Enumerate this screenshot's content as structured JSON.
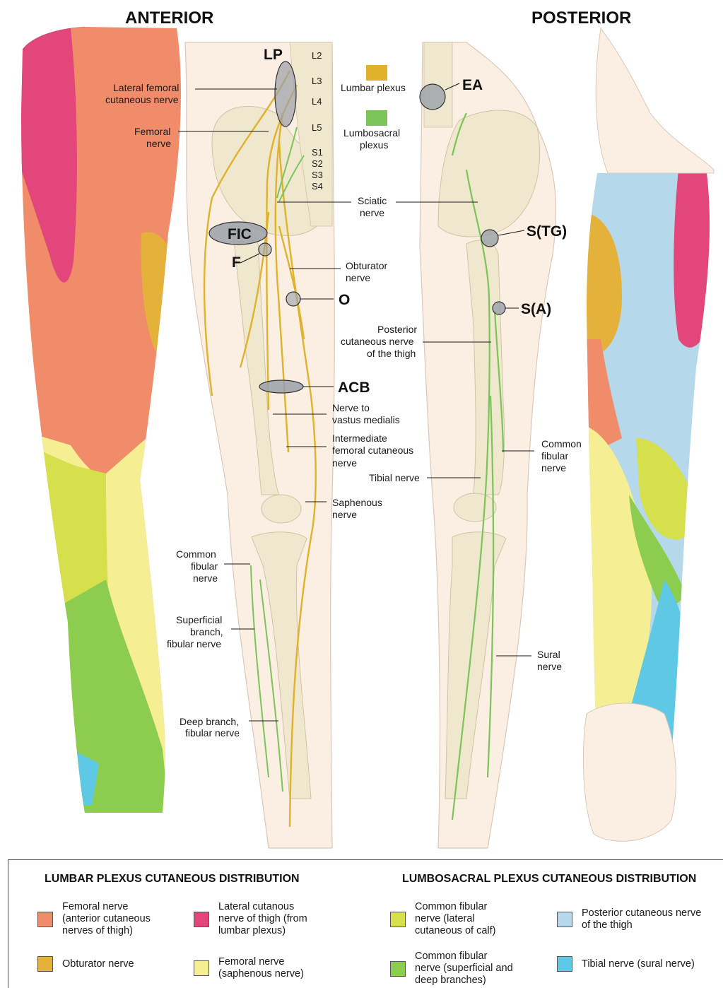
{
  "headings": {
    "anterior": "ANTERIOR",
    "posterior": "POSTERIOR"
  },
  "plexus_key": {
    "lumbar": "Lumbar plexus",
    "lumbosacral_line1": "Lumbosacral",
    "lumbosacral_line2": "plexus"
  },
  "segments": [
    "L2",
    "L3",
    "L4",
    "L5",
    "S1",
    "S2",
    "S3",
    "S4"
  ],
  "block_sites": {
    "lp": "LP",
    "fic": "FIC",
    "f": "F",
    "o": "O",
    "acb": "ACB",
    "ea": "EA",
    "stg": "S(TG)",
    "sa": "S(A)"
  },
  "anterior_labels": {
    "lateral_femoral": [
      "Lateral femoral",
      "cutaneous nerve"
    ],
    "femoral": [
      "Femoral",
      "nerve"
    ],
    "sciatic": [
      "Sciatic",
      "nerve"
    ],
    "obturator": [
      "Obturator",
      "nerve"
    ],
    "vastus": [
      "Nerve to",
      "vastus medialis"
    ],
    "intermediate": [
      "Intermediate",
      "femoral cutaneous",
      "nerve"
    ],
    "saphenous": [
      "Saphenous",
      "nerve"
    ],
    "common_fibular": [
      "Common",
      "fibular",
      "nerve"
    ],
    "superficial": [
      "Superficial",
      "branch,",
      "fibular nerve"
    ],
    "deep": [
      "Deep branch,",
      "fibular nerve"
    ]
  },
  "posterior_labels": {
    "posterior_cutaneous": [
      "Posterior",
      "cutaneous nerve",
      "of the thigh"
    ],
    "tibial": "Tibial nerve",
    "common_fibular": [
      "Common",
      "fibular",
      "nerve"
    ],
    "sural": [
      "Sural",
      "nerve"
    ]
  },
  "legend": {
    "lumbar_title": "LUMBAR PLEXUS CUTANEOUS DISTRIBUTION",
    "lumbosacral_title": "LUMBOSACRAL PLEXUS CUTANEOUS DISTRIBUTION",
    "items": [
      {
        "label": [
          "Femoral nerve",
          "(anterior cutaneous",
          "nerves of thigh)"
        ],
        "color": "#f08c6a"
      },
      {
        "label": [
          "Lateral cutanous",
          "nerve of thigh (from",
          "lumbar plexus)"
        ],
        "color": "#e2467a"
      },
      {
        "label": [
          "Obturator nerve"
        ],
        "color": "#e4b23a"
      },
      {
        "label": [
          "Femoral nerve",
          "(saphenous nerve)"
        ],
        "color": "#f5ee93"
      },
      {
        "label": [
          "Common fibular",
          "nerve (lateral",
          "cutaneous of calf)"
        ],
        "color": "#d5e04c"
      },
      {
        "label": [
          "Posterior cutaneous nerve",
          "of the thigh"
        ],
        "color": "#b5d8ea"
      },
      {
        "label": [
          "Common fibular",
          "nerve (superficial and",
          "deep branches)"
        ],
        "color": "#8ccc4e"
      },
      {
        "label": [
          "Tibial nerve (sural nerve)"
        ],
        "color": "#5fc8e4"
      }
    ]
  },
  "colors": {
    "lumbar_nerve": "#e0b22c",
    "lumbosacral_nerve": "#7cc35a",
    "skin": "#fbeee2",
    "bone": "#efe8cf"
  }
}
